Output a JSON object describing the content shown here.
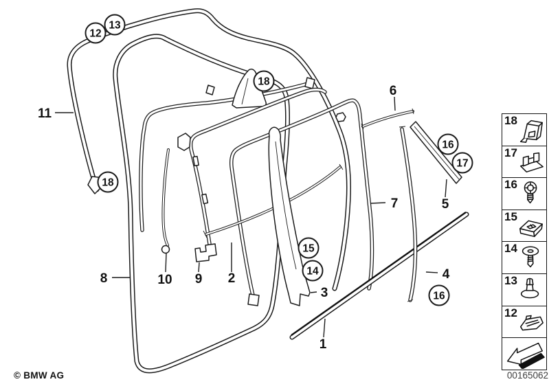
{
  "colors": {
    "line": "#1a1a1a",
    "background": "#ffffff"
  },
  "diagram": {
    "callouts": {
      "c12": "12",
      "c13": "13",
      "c18_left": "18",
      "c18_top": "18",
      "c16_pillar": "16",
      "c17_pillar": "17",
      "c15": "15",
      "c14": "14",
      "c16_lower": "16"
    },
    "labels": {
      "p1": "1",
      "p2": "2",
      "p3": "3",
      "p4": "4",
      "p5": "5",
      "p6": "6",
      "p7": "7",
      "p8": "8",
      "p9": "9",
      "p10": "10",
      "p11": "11"
    }
  },
  "legend": {
    "items": [
      {
        "label": "18",
        "icon": "sheet-metal-clip"
      },
      {
        "label": "17",
        "icon": "retaining-clip"
      },
      {
        "label": "16",
        "icon": "phillips-screw"
      },
      {
        "label": "15",
        "icon": "slide-nut"
      },
      {
        "label": "14",
        "icon": "washer-head-screw"
      },
      {
        "label": "13",
        "icon": "expanding-rivet"
      },
      {
        "label": "12",
        "icon": "spring-clip"
      }
    ],
    "arrow_icon": "direction-arrow"
  },
  "footer": {
    "copyright": "© BMW AG",
    "part_number": "00165062"
  }
}
